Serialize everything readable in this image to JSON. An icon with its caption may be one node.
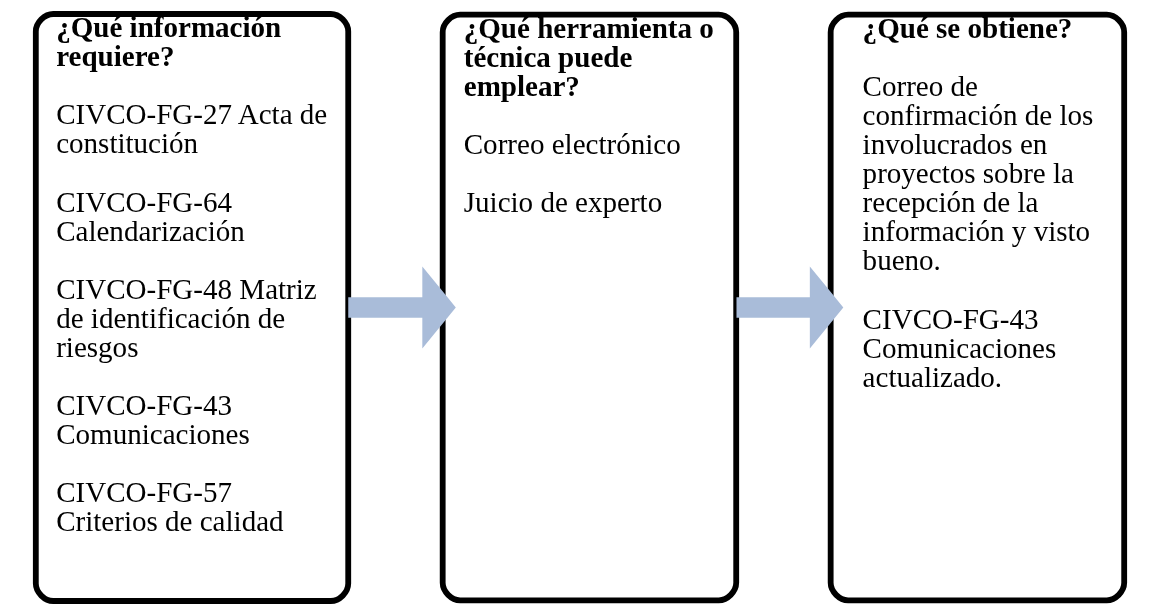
{
  "diagram": {
    "nodes": [
      {
        "text": [
          "¿Qué información requiere?",
          "CIVCO-FG-27 Acta de constitución",
          "CIVCO-FG-64 Calendarización",
          "CIVCO-FG-48 Matriz de identificación de riesgos",
          "CIVCO-FG-43 Comunicaciones",
          "CIVCO-FG-57 Criterios de calidad"
        ]
      },
      {
        "text": [
          "¿Qué herramienta o técnica puede emplear?",
          "Correo electrónico",
          "Juicio de experto"
        ]
      },
      {
        "text": [
          "¿Qué se obtiene?",
          "Correo de confirmación de los involucrados en proyectos sobre la recepción de la información y visto bueno.",
          "CIVCO-FG-43 Comunicaciones actualizado."
        ]
      }
    ],
    "edges": [
      {
        "from": 0,
        "to": 1,
        "arrow": "to"
      },
      {
        "from": 1,
        "to": 2,
        "arrow": "to"
      }
    ]
  }
}
